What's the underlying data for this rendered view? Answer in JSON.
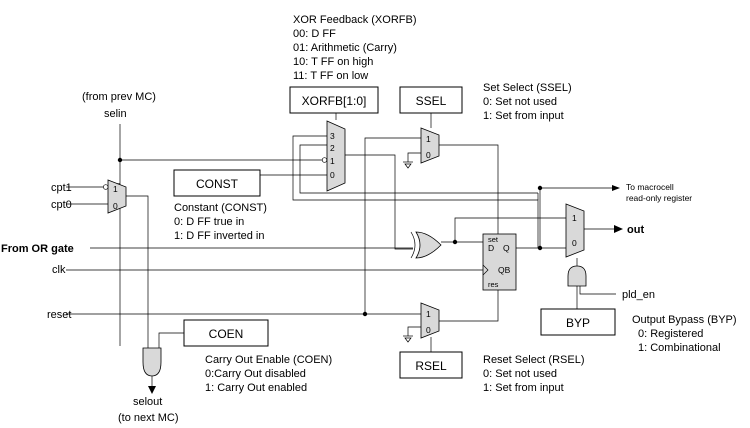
{
  "xorfb": {
    "title": "XOR Feedback (XORFB)",
    "modes": [
      "00: D FF",
      "01: Arithmetic (Carry)",
      "10: T FF on high",
      "11: T FF on low"
    ],
    "box": "XORFB[1:0]",
    "mux_inputs": [
      "3",
      "2",
      "1",
      "0"
    ]
  },
  "ssel": {
    "box": "SSEL",
    "title": "Set Select (SSEL)",
    "options": [
      "0: Set not used",
      "1: Set from input"
    ],
    "mux_inputs": [
      "1",
      "0"
    ]
  },
  "rsel": {
    "box": "RSEL",
    "title": "Reset Select (RSEL)",
    "options": [
      "0: Set not used",
      "1: Set from input"
    ],
    "mux_inputs": [
      "1",
      "0"
    ]
  },
  "const": {
    "box": "CONST",
    "title": "Constant (CONST)",
    "options": [
      "0: D FF true in",
      "1: D FF inverted in"
    ]
  },
  "coen": {
    "box": "COEN",
    "title": "Carry Out Enable (COEN)",
    "options": [
      "0:Carry Out disabled",
      "1: Carry Out enabled"
    ]
  },
  "byp": {
    "box": "BYP",
    "title": "Output Bypass (BYP)",
    "options": [
      "0: Registered",
      "1: Combinational"
    ],
    "mux_inputs": [
      "1",
      "0"
    ]
  },
  "signals": {
    "from_prev": "(from prev MC)",
    "selin": "selin",
    "cpt1": "cpt1",
    "cpt0": "cpt0",
    "from_or": "From OR gate",
    "clk": "clk",
    "reset": "reset",
    "selout": "selout",
    "to_next": "(to next MC)",
    "out": "out",
    "pld_en": "pld_en",
    "macrocell_line1": "To macrocell",
    "macrocell_line2": "read-only register"
  },
  "cpt_mux_inputs": [
    "1",
    "0"
  ],
  "flipflop": {
    "set": "set",
    "d": "D",
    "q": "Q",
    "qb": "QB",
    "res": "res"
  }
}
